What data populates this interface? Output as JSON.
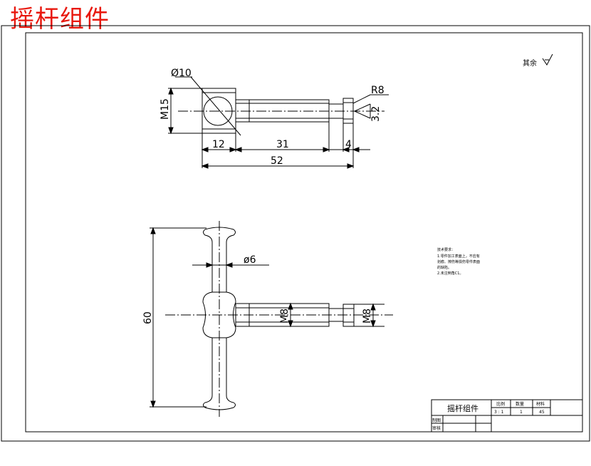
{
  "page_title": "摇杆组件",
  "roughness_note": "其余",
  "roughness_symbol": "✓",
  "top_view": {
    "dims": {
      "dia": "Ø10",
      "thread": "M15",
      "radius": "R8",
      "d1": "3.2",
      "l1": "12",
      "l2": "31",
      "l3": "4",
      "total": "52"
    }
  },
  "bottom_view": {
    "dims": {
      "height": "60",
      "dia": "ø6",
      "thread1": "M8",
      "thread2": "M8"
    }
  },
  "tech_notes": {
    "title": "技术要求：",
    "lines": [
      "1.零件加工表面上，不应有",
      "划痕、擦伤等损伤零件表面",
      "的缺陷。",
      "2.未注倒角C1。"
    ]
  },
  "title_block": {
    "part_name": "摇杆组件",
    "headers": [
      "比例",
      "数量",
      "材料"
    ],
    "values": [
      "3 : 1",
      "1",
      "45"
    ],
    "drawn_label": "制图",
    "checked_label": "审核"
  }
}
